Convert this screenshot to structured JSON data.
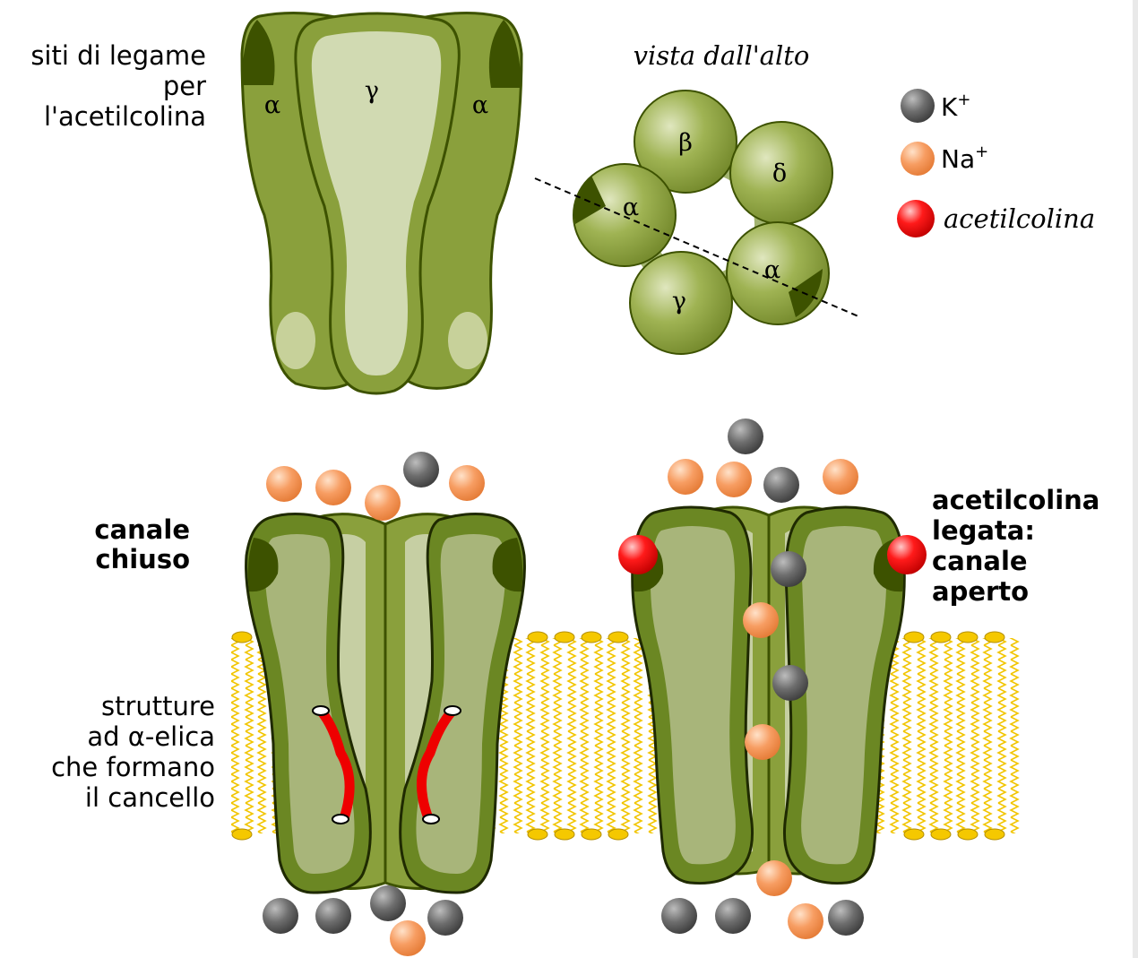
{
  "labels": {
    "binding_sites": [
      "siti di legame",
      "per",
      "l'acetilcolina"
    ],
    "top_view": "vista dall'alto",
    "closed_channel": [
      "canale",
      "chiuso"
    ],
    "open_channel": [
      "acetilcolina",
      "legata:",
      "canale",
      "aperto"
    ],
    "gate_helices": [
      "strutture",
      "ad α-elica",
      "che formano",
      "il cancello"
    ]
  },
  "subunits": {
    "side_left": "α",
    "side_center": "γ",
    "side_right": "α",
    "top_beta": "β",
    "top_delta": "δ",
    "top_alpha_left": "α",
    "top_alpha_right": "α",
    "top_gamma": "γ"
  },
  "legend": [
    {
      "symbol": "K",
      "charge": "+",
      "color": "#666666"
    },
    {
      "symbol": "Na",
      "charge": "+",
      "color": "#f79d62"
    },
    {
      "symbol": "acetilcolina",
      "charge": "",
      "color": "#ee0000"
    }
  ],
  "colors": {
    "protein_outer": "#8aa03c",
    "protein_light": "#d1dab2",
    "protein_dark": "#3d5200",
    "membrane": "#f5c800",
    "potassium": "#666666",
    "sodium": "#f79d62",
    "acetylcholine": "#ee0000"
  }
}
